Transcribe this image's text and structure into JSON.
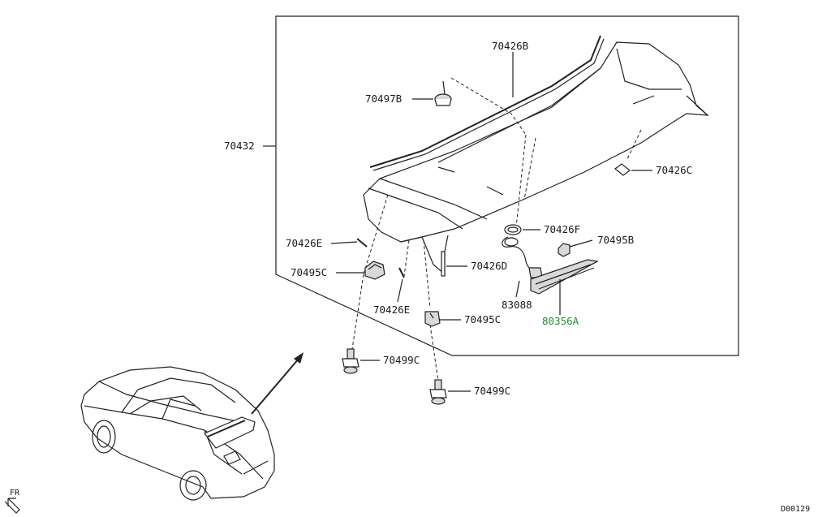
{
  "labels": {
    "p70426B": "70426B",
    "p70497B": "70497B",
    "p70432": "70432",
    "p70426C": "70426C",
    "p70426F": "70426F",
    "p70495B": "70495B",
    "p70426E_a": "70426E",
    "p70426D": "70426D",
    "p70495C_a": "70495C",
    "p83088": "83088",
    "p80356A": "80356A",
    "p70426E_b": "70426E",
    "p70495C_b": "70495C",
    "p70499C_a": "70499C",
    "p70499C_b": "70499C"
  },
  "footer": {
    "front_marker": "FR",
    "diagram_code": "D00129"
  },
  "colors": {
    "line": "#222222",
    "highlight": "#1b8f2b",
    "part_fill": "#d9d9d9"
  }
}
